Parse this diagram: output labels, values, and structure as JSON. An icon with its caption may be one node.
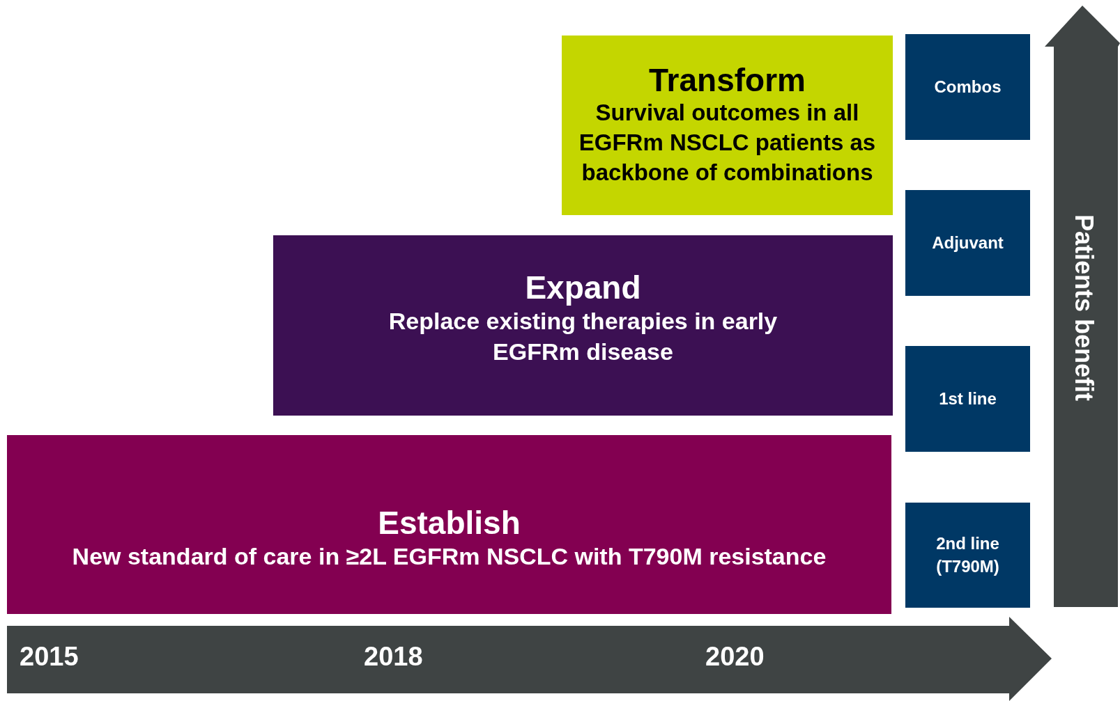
{
  "diagram": {
    "nodes": [
      {
        "text": [
          "Transform",
          "Survival outcomes in all EGFRm NSCLC patients as backbone of combinations"
        ]
      },
      {
        "text": [
          "Expand",
          "Replace existing therapies in early EGFRm disease"
        ]
      },
      {
        "text": [
          "Establish",
          "New standard of care in ≥2L EGFRm NSCLC with T790M resistance"
        ]
      },
      {
        "text": [
          "Combos"
        ]
      },
      {
        "text": [
          "Adjuvant"
        ]
      },
      {
        "text": [
          "1st line"
        ]
      },
      {
        "text": [
          "2nd line (T790M)"
        ]
      },
      {
        "text": [
          "Patients benefit"
        ]
      },
      {
        "text": [
          "2015",
          "2018",
          "2020"
        ]
      }
    ]
  }
}
